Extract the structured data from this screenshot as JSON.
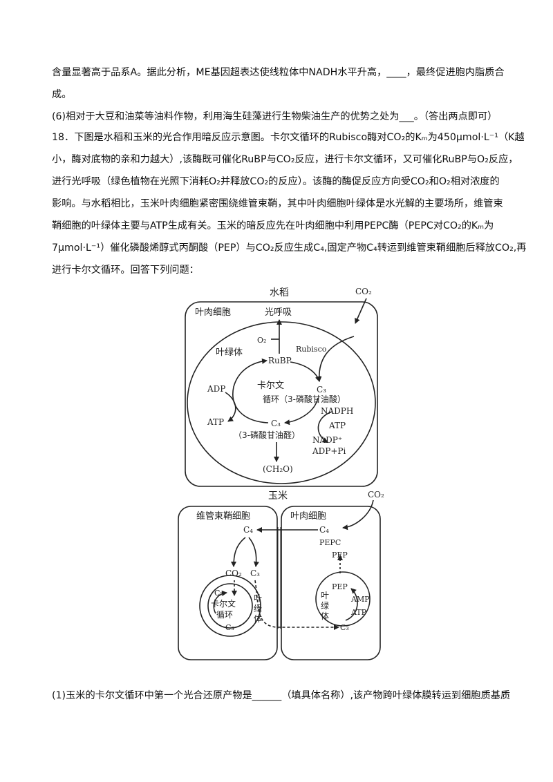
{
  "text": {
    "l1": "含量显著高于品系A。据此分析，ME基因超表达使线粒体中NADH水平升高，____，最终促进胞内脂质合",
    "l2": "成。",
    "l3": "(6)相对于大豆和油菜等油料作物，利用海生硅藻进行生物柴油生产的优势之处为___。（答出两点即可）",
    "l4": "18．下图是水稻和玉米的光合作用暗反应示意图。卡尔文循环的Rubisco酶对CO₂的Kₘ为450μmol·L⁻¹（K越",
    "l5": "小，酶对底物的亲和力越大）,该酶既可催化RuBP与CO₂反应，进行卡尔文循环，又可催化RuBP与O₂反应，",
    "l6": "进行光呼吸（绿色植物在光照下消耗O₂并释放CO₂的反应）。该酶的酶促反应方向受CO₂和O₂相对浓度的",
    "l7": "影响。与水稻相比，玉米叶肉细胞紧密围绕维管束鞘，其中叶肉细胞叶绿体是水光解的主要场所，维管束",
    "l8": "鞘细胞的叶绿体主要与ATP生成有关。玉米的暗反应先在叶肉细胞中利用PEPC酶（PEPC对CO₂的Kₘ为",
    "l9": "7μmol·L⁻¹）催化磷酸烯醇式丙酮酸（PEP）与CO₂反应生成C₄,固定产物C₄转运到维管束鞘细胞后释放CO₂,再",
    "l10": "进行卡尔文循环。回答下列问题：",
    "q1": "(1)玉米的卡尔文循环中第一个光合还原产物是______（填具体名称）,该产物跨叶绿体膜转运到细胞质基质"
  },
  "figure": {
    "rice": {
      "title": "水稻",
      "co2": "CO₂",
      "mesophyll": "叶肉细胞",
      "photorespiration": "光呼吸",
      "o2": "O₂",
      "rubisco": "Rubisco",
      "chloroplast": "叶绿体",
      "rubp": "RuBP",
      "calvin1": "卡尔文",
      "calvin2": "循环（3-磷酸甘油酸）",
      "c3a": "C₃",
      "adp": "ADP",
      "atp_left": "ATP",
      "nadph": "NADPH",
      "atp_right": "ATP",
      "nadp": "NADP⁺",
      "adppi": "ADP+Pi",
      "c3b": "C₃",
      "g3p": "（3-磷酸甘油醛）",
      "ch2o": "(CH₂O)"
    },
    "maize": {
      "title": "玉米",
      "co2": "CO₂",
      "bundle_sheath": "维管束鞘细胞",
      "mesophyll": "叶肉细胞",
      "c4_left": "C₄",
      "c4_right": "C₄",
      "pepc": "PEPC",
      "pep_top": "PEP",
      "co2_inner": "CO₂",
      "c3_mid": "C₃",
      "c5": "C₅",
      "calvin1": "卡尔文",
      "calvin2": "循环",
      "c3_inner": "C₃",
      "chloroplast_label": [
        "叶",
        "绿",
        "体"
      ],
      "chloroplast_label_right": [
        "叶",
        "绿",
        "体"
      ],
      "pep_inner": "PEP",
      "amp": "AMP",
      "atp": "ATP",
      "c3_right": "C₃"
    }
  }
}
